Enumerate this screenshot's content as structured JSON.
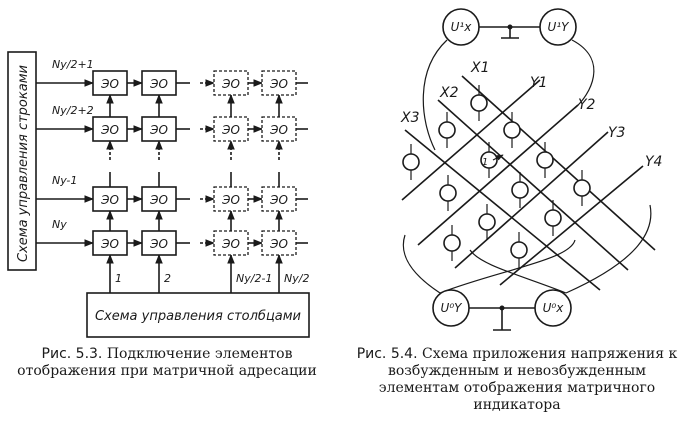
{
  "fig53": {
    "row_ctrl": "Схема управления строками",
    "col_ctrl": "Схема управления столбцами",
    "cell": "ЭО",
    "row_labels": [
      "Ny/2+1",
      "Ny/2+2",
      "Ny-1",
      "Ny"
    ],
    "col_labels": [
      "1",
      "2",
      "Ny/2-1",
      "Ny/2"
    ],
    "caption_fig": "Рис. 5.3.",
    "caption_text": "Подключение элементов отображения при матричной адресации"
  },
  "fig54": {
    "nodes": {
      "ux1": "U¹x",
      "uy1": "U¹Y",
      "uy0": "U⁰Y",
      "ux0": "U⁰x"
    },
    "line_labels": [
      "X1",
      "X2",
      "X3",
      "Y1",
      "Y2",
      "Y3",
      "Y4"
    ],
    "center_mark": "1",
    "caption_fig": "Рис. 5.4.",
    "caption_text": "Схема приложения напряжения к возбужденным и невозбужденным элементам отображения матричного индикатора"
  }
}
